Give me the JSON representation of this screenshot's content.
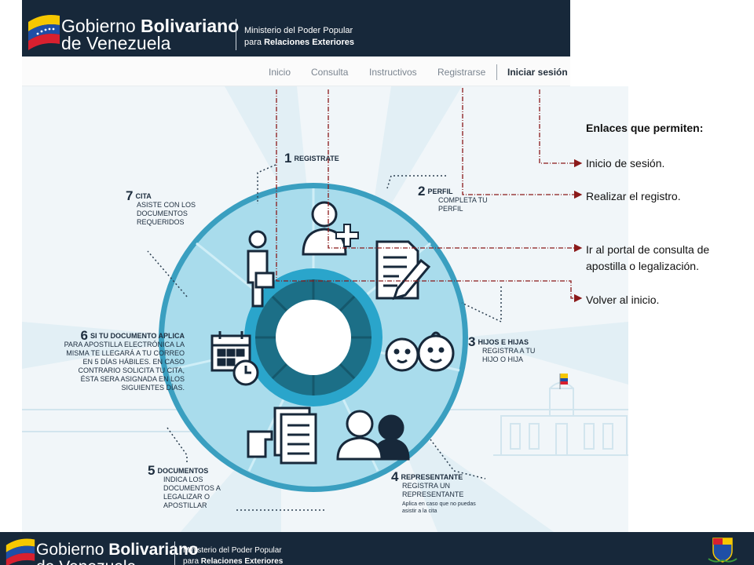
{
  "header": {
    "brand_light": "Gobierno ",
    "brand_bold": "Bolivariano",
    "brand_line2": "de Venezuela",
    "ministry_line1": "Ministerio del Poder Popular",
    "ministry_prefix": "para ",
    "ministry_bold": "Relaciones Exteriores"
  },
  "nav": {
    "items": [
      {
        "label": "Inicio"
      },
      {
        "label": "Consulta"
      },
      {
        "label": "Instructivos"
      },
      {
        "label": "Registrarse"
      },
      {
        "label": "Iniciar sesión"
      }
    ]
  },
  "steps": [
    {
      "num": "1",
      "title": "REGISTRATE",
      "text": ""
    },
    {
      "num": "2",
      "title": "PERFIL",
      "text": "COMPLETA TU PERFIL"
    },
    {
      "num": "3",
      "title": "HIJOS E HIJAS",
      "text": "REGISTRA A TU HIJO O HIJA"
    },
    {
      "num": "4",
      "title": "REPRESENTANTE",
      "text": "REGISTRA UN REPRESENTANTE",
      "note": "Aplica en caso que no puedas asistir a la cita"
    },
    {
      "num": "5",
      "title": "DOCUMENTOS",
      "text": "INDICA LOS DOCUMENTOS A LEGALIZAR O APOSTILLAR"
    },
    {
      "num": "6",
      "title": "SI TU DOCUMENTO APLICA",
      "text": "PARA APOSTILLA ELECTRÓNICA LA MISMA TE LLEGARÁ A TU CORREO EN 5 DÍAS HÁBILES. EN CASO CONTRARIO SOLICITA TU CITA, ÉSTA SERA ASIGNADA EN LOS SIGUIENTES DÍAS."
    },
    {
      "num": "7",
      "title": "CITA",
      "text": "ASISTE CON LOS DOCUMENTOS REQUERIDOS"
    }
  ],
  "legend": {
    "title": "Enlaces que permiten:",
    "items": [
      {
        "label": "Inicio de sesión."
      },
      {
        "label": "Realizar el registro."
      },
      {
        "label": "Ir al portal de consulta de apostilla o legalización."
      },
      {
        "label": "Volver al inicio."
      }
    ]
  },
  "footer": {
    "brand_light": "Gobierno ",
    "brand_bold": "Bolivariano",
    "brand_line2": "de Venezuela",
    "ministry_line1": "Ministerio del Poder Popular",
    "ministry_prefix": "para ",
    "ministry_bold": "Relaciones Exteriores"
  },
  "colors": {
    "header_bg": "#17283a",
    "wheel_light": "#a9dcec",
    "wheel_mid": "#3fb2d4",
    "wheel_dark": "#1c6f87",
    "connector": "#8b1a1a"
  }
}
